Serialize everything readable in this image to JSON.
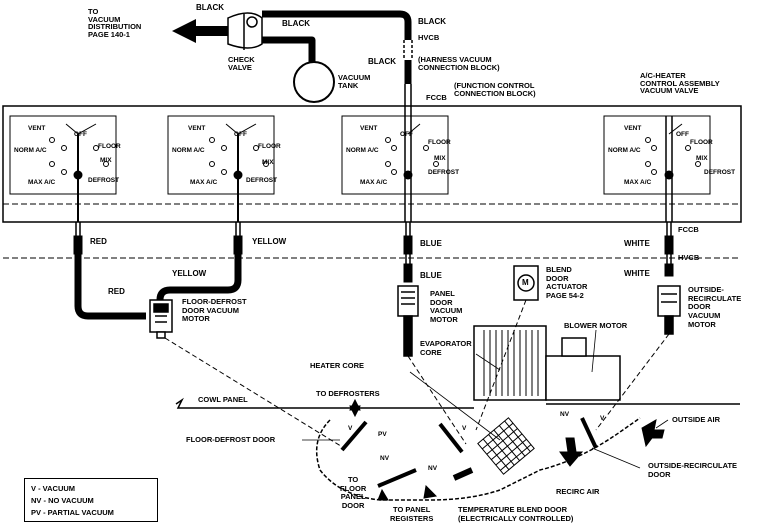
{
  "labels": {
    "to_vacuum_distribution": [
      "TO",
      "VACUUM",
      "DISTRIBUTION",
      "PAGE 140-1"
    ],
    "black_top_left": "BLACK",
    "black_check": "BLACK",
    "black_right": "BLACK",
    "black_mid": "BLACK",
    "hvcb_top": "HVCB",
    "check_valve": [
      "CHECK",
      "VALVE"
    ],
    "vacuum_tank": [
      "VACUUM",
      "TANK"
    ],
    "harness_block": [
      "(HARNESS VACUUM",
      "CONNECTION BLOCK)"
    ],
    "function_block": [
      "(FUNCTION CONTROL",
      "CONNECTION BLOCK)"
    ],
    "fccb_top": "FCCB",
    "ac_heater": [
      "A/C-HEATER",
      "CONTROL ASSEMBLY",
      "VACUUM VALVE"
    ],
    "vent": "VENT",
    "off": "OFF",
    "norm_ac": "NORM A/C",
    "floor": "FLOOR",
    "mix": "MIX",
    "max_ac": "MAX A/C",
    "defrost": "DEFROST",
    "red": "RED",
    "yellow": "YELLOW",
    "blue": "BLUE",
    "white": "WHITE",
    "fccb_mid": "FCCB",
    "hvcb_mid": "HVCB",
    "yellow_lower": "YELLOW",
    "red_lower": "RED",
    "blue_lower": "BLUE",
    "white_lower": "WHITE",
    "floor_defrost_motor": [
      "FLOOR-DEFROST",
      "DOOR VACUUM",
      "MOTOR"
    ],
    "panel_door_motor": [
      "PANEL",
      "DOOR",
      "VACUUM",
      "MOTOR"
    ],
    "blend_door_actuator": [
      "BLEND",
      "DOOR",
      "ACTUATOR",
      "PAGE 54-2"
    ],
    "outside_recirc_motor": [
      "OUTSIDE-",
      "RECIRCULATE",
      "DOOR",
      "VACUUM",
      "MOTOR"
    ],
    "m_symbol": "M",
    "evaporator_core": [
      "EVAPORATOR",
      "CORE"
    ],
    "heater_core": "HEATER CORE",
    "blower_motor": "BLOWER MOTOR",
    "cowl_panel": "COWL PANEL",
    "to_defrosters": "TO DEFROSTERS",
    "outside_air": "OUTSIDE AIR",
    "floor_defrost_door": "FLOOR-DEFROST DOOR",
    "outside_recirc_door": [
      "OUTSIDE-RECIRCULATE",
      "DOOR"
    ],
    "v": "V",
    "pv": "PV",
    "nv": "NV",
    "recirc_air": "RECIRC AIR",
    "to_floor_panel_door": [
      "TO",
      "FLOOR",
      "PANEL",
      "DOOR"
    ],
    "to_panel_registers": [
      "TO PANEL",
      "REGISTERS"
    ],
    "temp_blend_door": [
      "TEMPERATURE BLEND DOOR",
      "(ELECTRICALLY CONTROLLED)"
    ]
  },
  "legend": {
    "v": "V - VACUUM",
    "nv": "NV - NO VACUUM",
    "pv": "PV - PARTIAL VACUUM"
  }
}
